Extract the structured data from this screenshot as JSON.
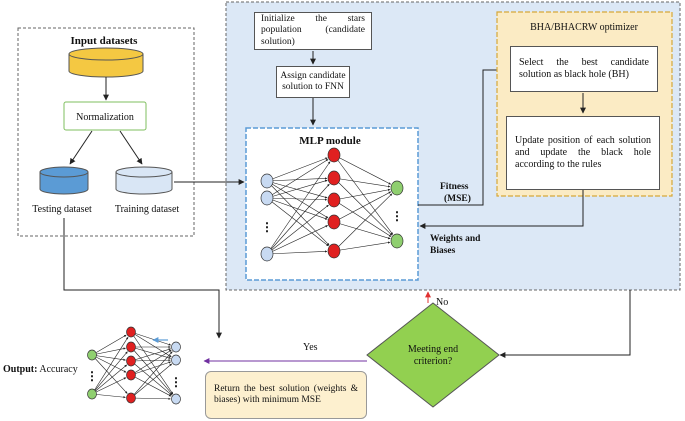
{
  "input_panel": {
    "title": "Input datasets",
    "normalization": "Normalization",
    "testing": "Testing dataset",
    "training": "Training dataset"
  },
  "main_flow": {
    "init": "Initialize the stars population (candidate solution)",
    "assign": "Assign candidate solution to FNN",
    "mlp_title": "MLP module",
    "fitness": "Fitness\n(MSE)",
    "weights": "Weights and\nBiases"
  },
  "optimizer": {
    "title": "BHA/BHACRW optimizer",
    "select": "Select the best candidate solution as black hole (BH)",
    "update": "Update position of each solution and update the black hole according to the rules"
  },
  "decision": {
    "text": "Meeting end criterion?",
    "no": "No",
    "yes": "Yes"
  },
  "output": {
    "label_bold": "Output:",
    "label_rest": " Accuracy",
    "result": "Return the best solution (weights & biases) with minimum MSE"
  },
  "colors": {
    "main_bg": "#dce8f6",
    "optimizer_bg": "#fbebc4",
    "optimizer_border": "#d6a83a",
    "db_yellow": "#f4c842",
    "db_blue": "#5b9bd5",
    "db_light": "#d9e6f5",
    "norm_border": "#7fbf5f",
    "neuron_blue": "#c8daf2",
    "neuron_red": "#e02020",
    "neuron_green": "#8fcf6f",
    "diamond": "#92d050",
    "result_bg": "#fdf0cf",
    "no_arrow": "#e03030",
    "yes_arrow": "#7030a0"
  }
}
